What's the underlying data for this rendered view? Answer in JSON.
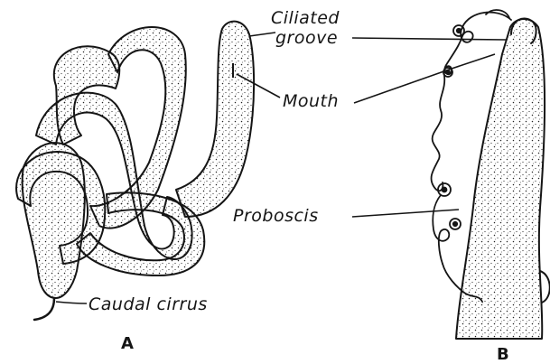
{
  "figure": {
    "panel_a": {
      "letter": "A",
      "labels": {
        "ciliated_line1": "Ciliated",
        "ciliated_line2": "groove",
        "mouth": "Mouth",
        "caudal_cirrus": "Caudal cirrus"
      }
    },
    "panel_b": {
      "letter": "B",
      "labels": {
        "proboscis": "Proboscis"
      }
    }
  },
  "style": {
    "ink": "#151515",
    "paper": "#ffffff"
  }
}
